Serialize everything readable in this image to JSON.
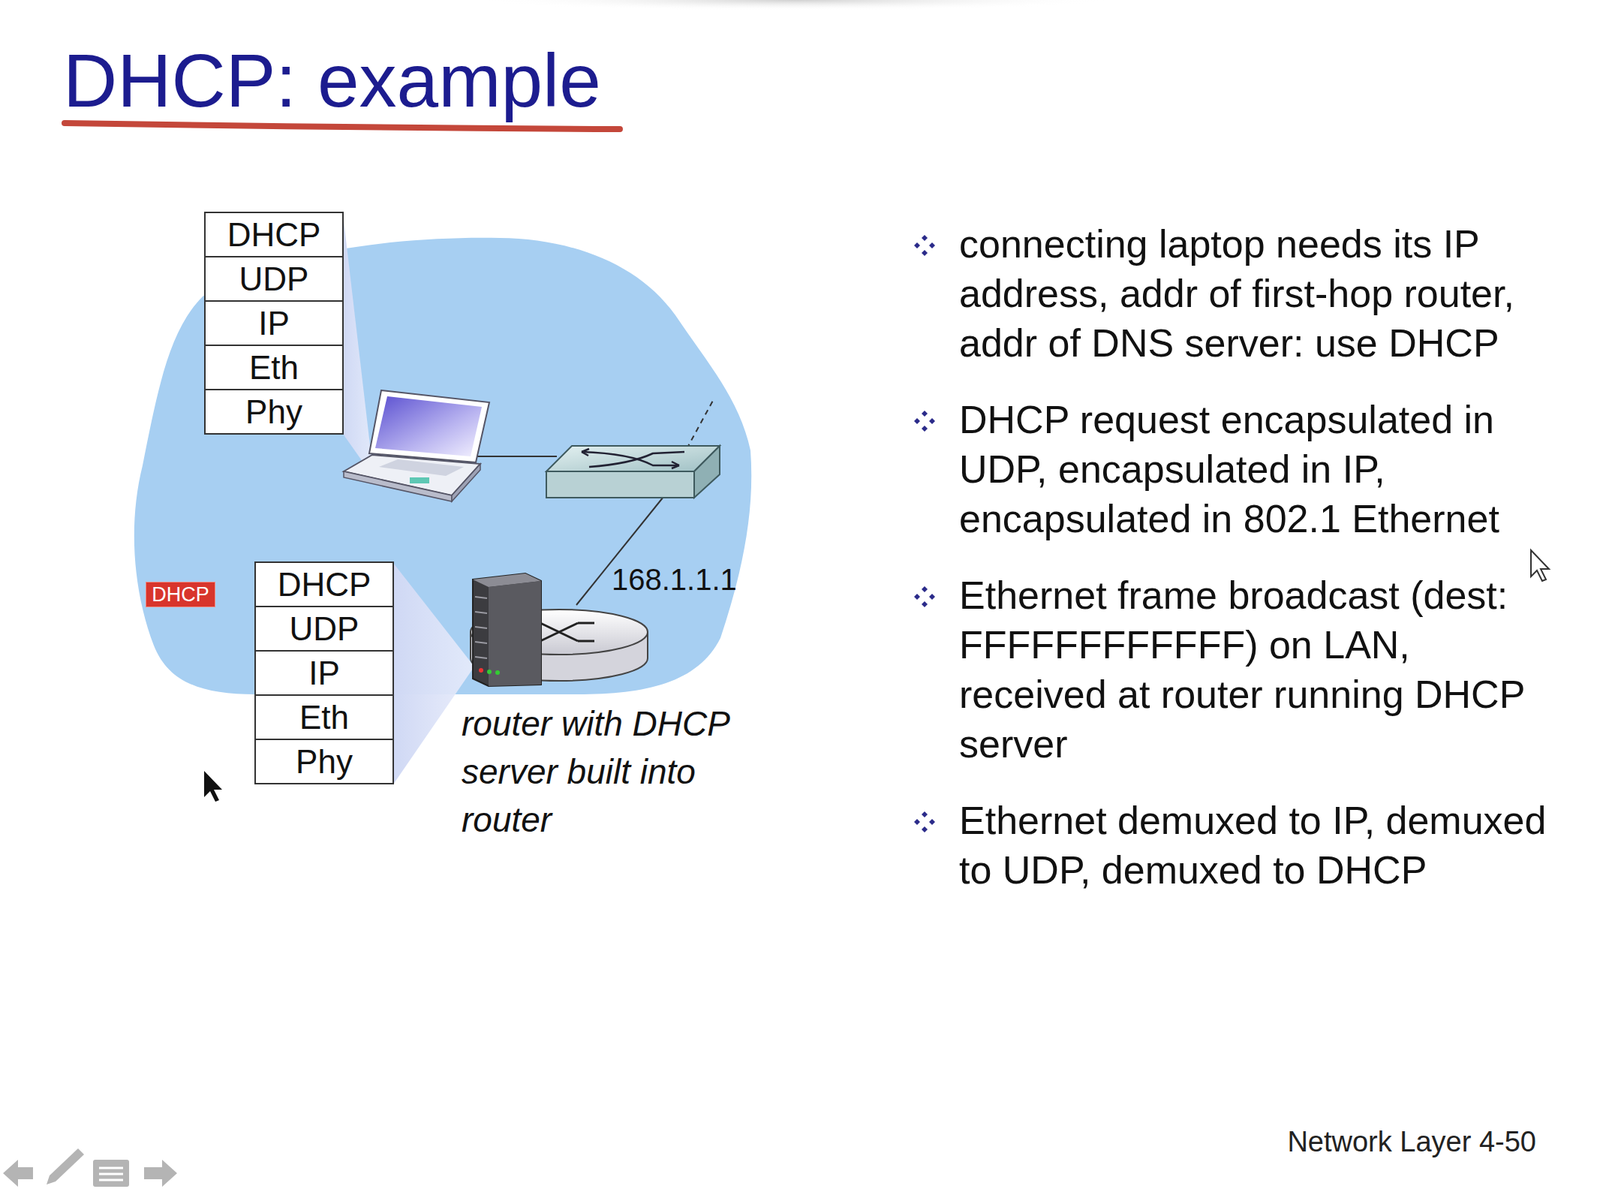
{
  "diagram": {
    "title": "DHCP: example",
    "nodes": [
      {
        "text": [
          "DHCP"
        ]
      },
      {
        "text": [
          "UDP"
        ]
      },
      {
        "text": [
          "IP"
        ]
      },
      {
        "text": [
          "Eth"
        ]
      },
      {
        "text": [
          "Phy"
        ]
      },
      {
        "text": [
          "DHCP"
        ]
      },
      {
        "text": [
          "DHCP"
        ]
      },
      {
        "text": [
          "UDP"
        ]
      },
      {
        "text": [
          "IP"
        ]
      },
      {
        "text": [
          "Eth"
        ]
      },
      {
        "text": [
          "Phy"
        ]
      }
    ],
    "labels": [
      "168.1.1.1",
      "router with DHCP server built into router",
      "connecting laptop needs its IP address, addr of first-hop router, addr of DNS server: use DHCP",
      "DHCP request encapsulated in UDP, encapsulated in IP, encapsulated in 802.1 Ethernet",
      "Ethernet frame broadcast (dest: FFFFFFFFFFFF) on LAN, received at router running DHCP server",
      "Ethernet demuxed to IP, demuxed to UDP, demuxed to DHCP",
      "Network Layer 4-50"
    ]
  }
}
